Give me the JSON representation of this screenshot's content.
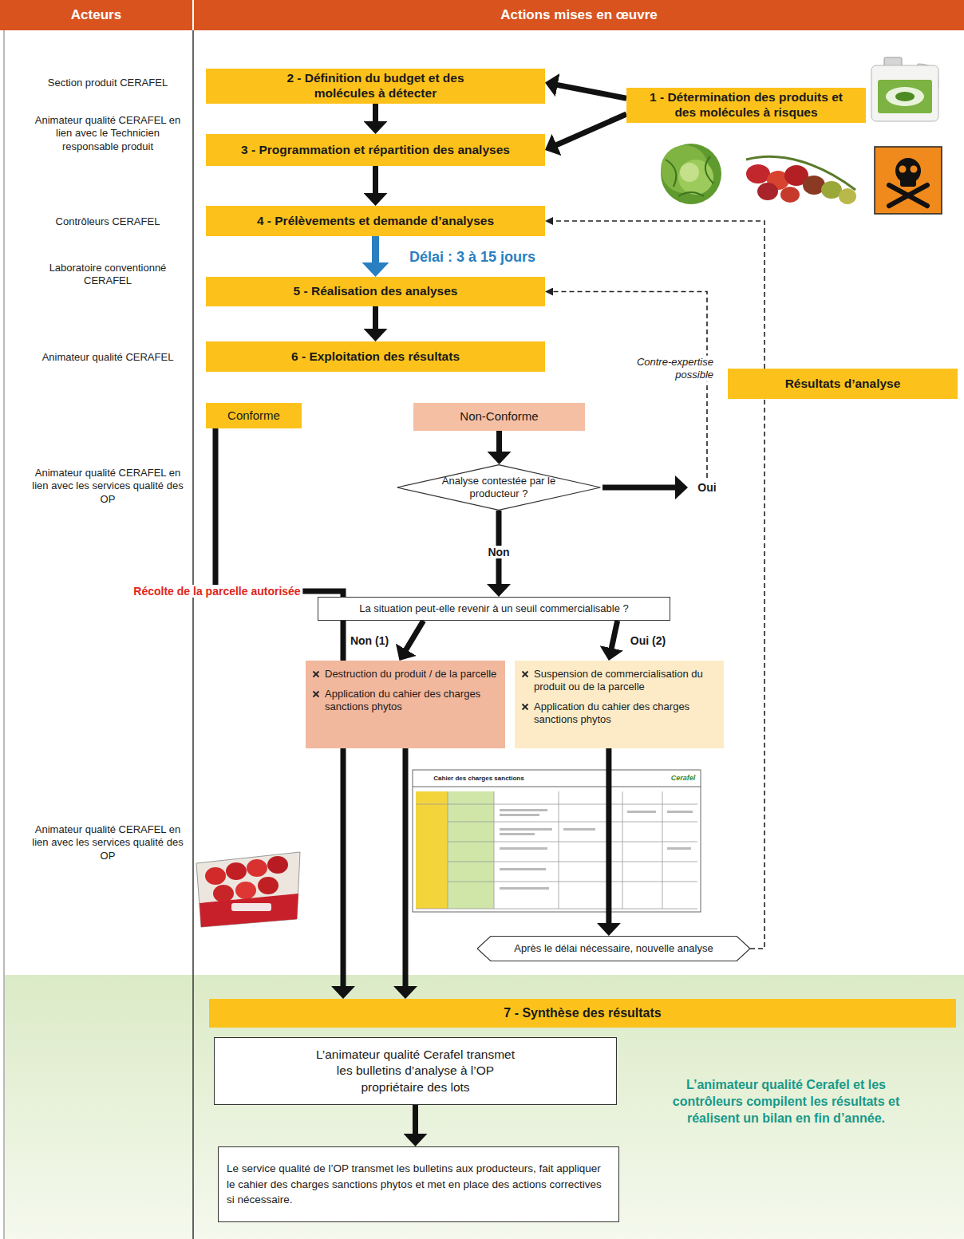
{
  "diagram": {
    "nodes": [
      {
        "text": [
          "Acteurs"
        ]
      },
      {
        "text": [
          "Actions mises en œuvre"
        ]
      },
      {
        "text": [
          "2 - Définition du budget et des molécules à détecter"
        ]
      },
      {
        "text": [
          "1 - Détermination des produits et des molécules à risques"
        ]
      },
      {
        "text": [
          "3 - Programmation et répartition des analyses"
        ]
      },
      {
        "text": [
          "4 - Prélèvements et demande d’analyses"
        ]
      },
      {
        "text": [
          "5 - Réalisation des analyses"
        ]
      },
      {
        "text": [
          "6 - Exploitation des résultats"
        ]
      },
      {
        "text": [
          "Résultats d’analyse"
        ]
      },
      {
        "text": [
          "Conforme"
        ]
      },
      {
        "text": [
          "Non-Conforme"
        ]
      },
      {
        "text": [
          "Analyse contestée par le producteur ?"
        ]
      },
      {
        "text": [
          "La situation peut-elle revenir à un seuil commercialisable ?"
        ]
      },
      {
        "text": [
          "Destruction du produit / de la parcelle",
          "Application du cahier des charges sanctions phytos"
        ]
      },
      {
        "text": [
          "Suspension de commercialisation du produit ou de la parcelle",
          "Application du cahier des charges sanctions phytos"
        ]
      },
      {
        "text": [
          "Après le délai nécessaire, nouvelle analyse"
        ]
      },
      {
        "text": [
          "7 - Synthèse des résultats"
        ]
      },
      {
        "text": [
          "L’animateur qualité Cerafel transmet les bulletins d’analyse à l’OP propriétaire des lots"
        ]
      },
      {
        "text": [
          "Le service qualité de l’OP transmet les bulletins aux producteurs, fait appliquer le cahier des charges sanctions phytos et met en place des actions correctives si nécessaire."
        ]
      }
    ],
    "edges": [
      {
        "from": 3,
        "to": 2,
        "arrow": "to"
      },
      {
        "from": 3,
        "to": 4,
        "arrow": "to"
      },
      {
        "from": 2,
        "to": 4,
        "arrow": "to"
      },
      {
        "from": 4,
        "to": 5,
        "arrow": "to"
      },
      {
        "from": 5,
        "to": 6,
        "label": "Délai : 3 à 15 jours",
        "arrow": "to"
      },
      {
        "from": 6,
        "to": 7,
        "arrow": "to"
      },
      {
        "from": 10,
        "to": 11,
        "arrow": "to"
      },
      {
        "from": 11,
        "to": 6,
        "label": "Contre-expertise possible",
        "arrow": "to"
      },
      {
        "from": 11,
        "to": 12,
        "label": "Non",
        "arrow": "to"
      },
      {
        "from": 12,
        "to": 13,
        "label": "Non (1)",
        "arrow": "to"
      },
      {
        "from": 12,
        "to": 14,
        "label": "Oui (2)",
        "arrow": "to"
      },
      {
        "from": 9,
        "to": 16,
        "label": "Récolte de la parcelle autorisée",
        "arrow": "to"
      },
      {
        "from": 13,
        "to": 16,
        "arrow": "to"
      },
      {
        "from": 14,
        "to": 15,
        "arrow": "to"
      },
      {
        "from": 15,
        "to": 8,
        "arrow": "none"
      },
      {
        "from": 8,
        "to": 5,
        "arrow": "to"
      },
      {
        "from": 17,
        "to": 18,
        "arrow": "to"
      }
    ],
    "labels": [
      "Section produit CERAFEL",
      "Animateur qualité CERAFEL en lien avec le Technicien responsable produit",
      "Contrôleurs CERAFEL",
      "Laboratoire conventionné CERAFEL",
      "Animateur qualité CERAFEL",
      "Animateur qualité CERAFEL en lien avec les services qualité des OP",
      "Oui",
      "Animateur qualité CERAFEL en lien avec les services qualité des OP",
      "Cahier des charges sanctions",
      "Cerafel",
      "L’animateur qualité Cerafel et les contrôleurs compilent les résultats et réalisent un bilan en fin d’année."
    ]
  }
}
